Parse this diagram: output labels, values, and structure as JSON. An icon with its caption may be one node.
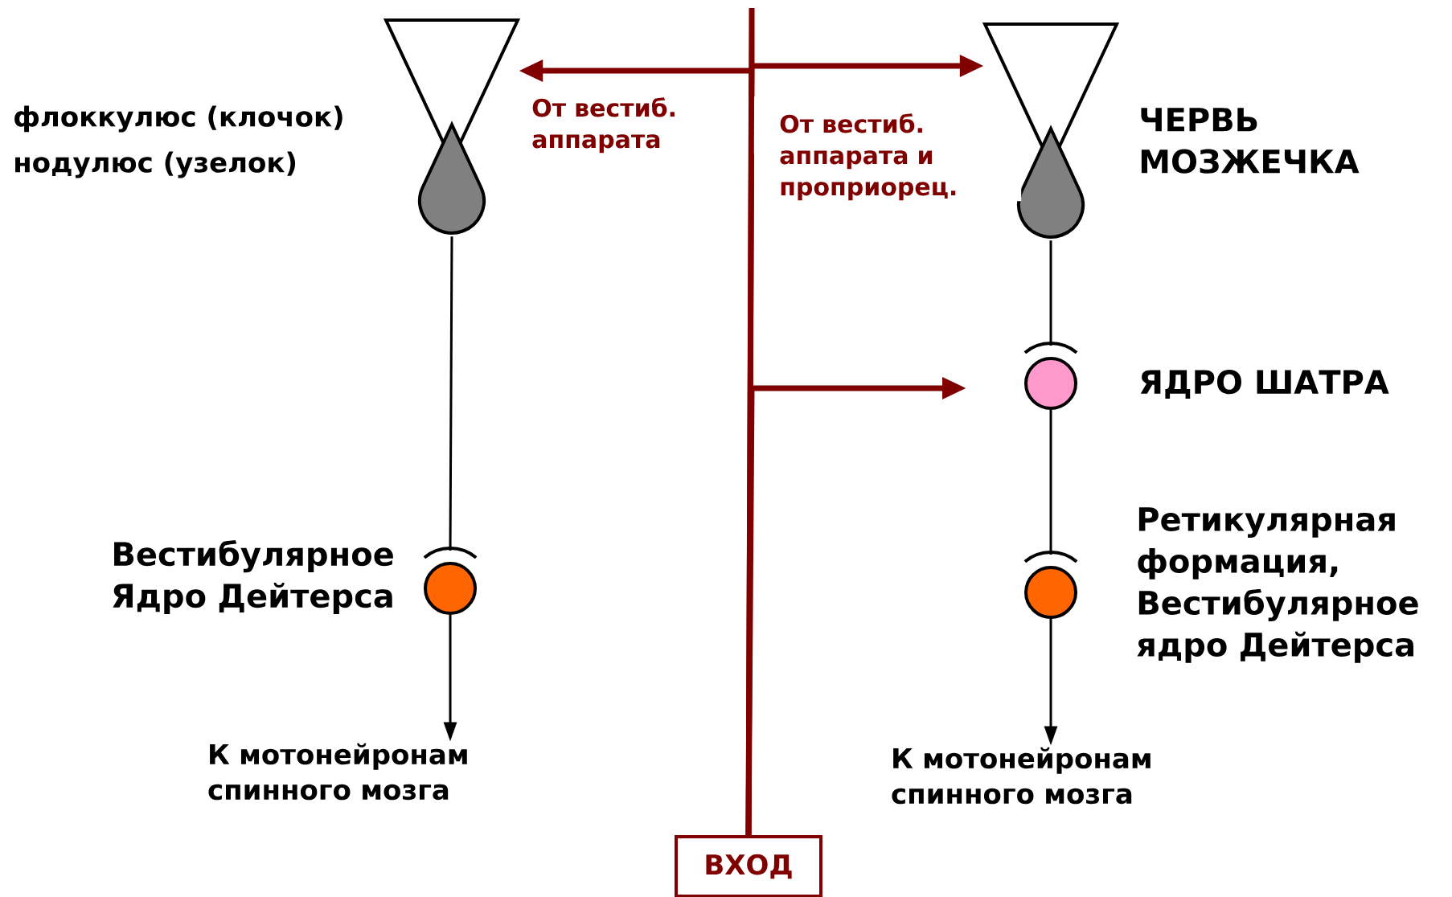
{
  "diagram": {
    "nodes": [
      {
        "text": [],
        "shape": "triangle",
        "beside": [
          "флоккулюс (клочок)",
          "нодулюс (узелок)"
        ]
      },
      {
        "text": [],
        "shape": "circle",
        "beside": [
          "Вестибулярное Ядро Дейтерса"
        ]
      },
      {
        "text": [
          "К мотонейронам спинного мозга"
        ]
      },
      {
        "text": [],
        "shape": "triangle",
        "beside": [
          "ЧЕРВЬ МОЗЖЕЧКА"
        ]
      },
      {
        "text": [],
        "shape": "circle",
        "beside": [
          "ЯДРО ШАТРА"
        ]
      },
      {
        "text": [],
        "shape": "circle",
        "beside": [
          "Ретикулярная формация, Вестибулярное ядро Дейтерса"
        ]
      },
      {
        "text": [
          "К мотонейронам спинного мозга"
        ]
      },
      {
        "text": [
          "ВХОД"
        ]
      }
    ],
    "edges": [
      {
        "from": 0,
        "to": 1,
        "arrow": "none"
      },
      {
        "from": 1,
        "to": 2,
        "arrow": "to"
      },
      {
        "from": 3,
        "to": 4,
        "arrow": "none"
      },
      {
        "from": 4,
        "to": 5,
        "arrow": "none"
      },
      {
        "from": 5,
        "to": 6,
        "arrow": "to"
      },
      {
        "from": 7,
        "to": 0,
        "arrow": "to",
        "label": "От вестиб. аппарата",
        "style": "thick",
        "color": "#800000"
      },
      {
        "from": 7,
        "to": 3,
        "arrow": "to",
        "label": "От вестиб. аппарата и проприорец.",
        "style": "thick",
        "color": "#800000"
      },
      {
        "from": 7,
        "to": 4,
        "arrow": "to",
        "style": "thick",
        "color": "#800000"
      }
    ]
  }
}
